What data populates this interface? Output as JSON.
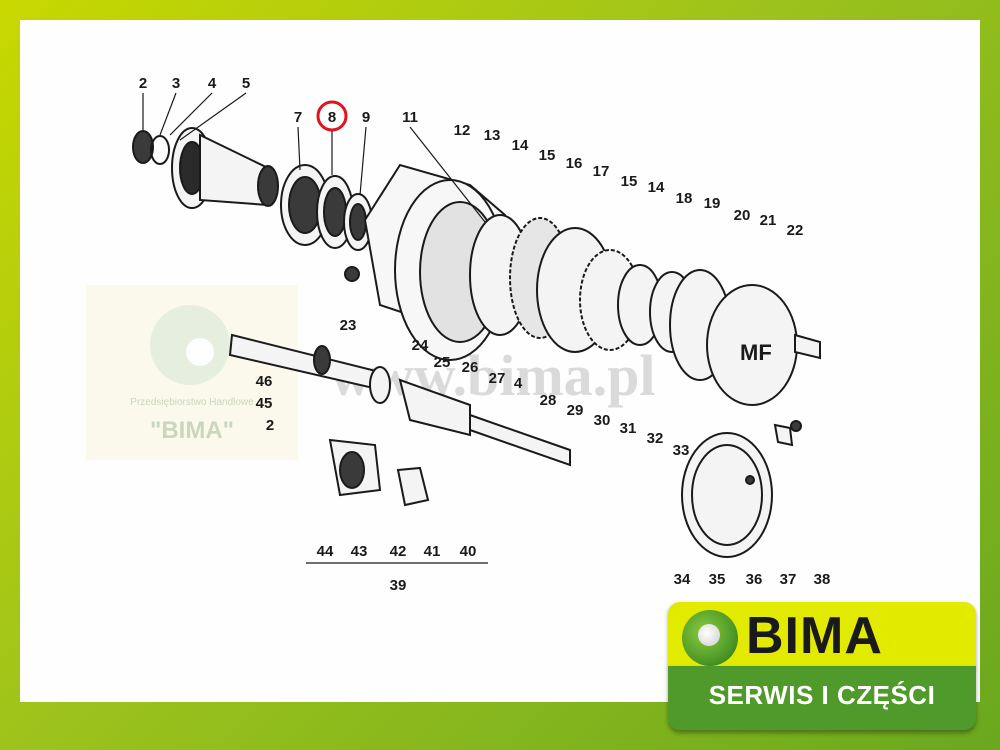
{
  "diagram": {
    "callouts": [
      "2",
      "3",
      "4",
      "5",
      "7",
      "8",
      "9",
      "11",
      "12",
      "13",
      "14",
      "15",
      "16",
      "17",
      "15",
      "14",
      "18",
      "19",
      "20",
      "21",
      "22",
      "23",
      "24",
      "25",
      "26",
      "27",
      "4",
      "28",
      "29",
      "30",
      "31",
      "32",
      "33",
      "46",
      "45",
      "2",
      "44",
      "43",
      "42",
      "41",
      "40",
      "39",
      "34",
      "35",
      "36",
      "37",
      "38"
    ],
    "highlighted_callout": "8",
    "highlight_color": "#e0141e"
  },
  "watermark": {
    "company": "Przedsiębiorstwo Handlowe",
    "name": "\"BIMA\"",
    "url": "www.bima.pl"
  },
  "logo": {
    "name": "BIMA",
    "tagline": "SERWIS I CZĘŚCI",
    "colors": {
      "top": "#e2ea00",
      "bottom": "#4f9a2a"
    }
  },
  "colors": {
    "frame": "#9cc21c",
    "line": "#1a1a1a"
  }
}
